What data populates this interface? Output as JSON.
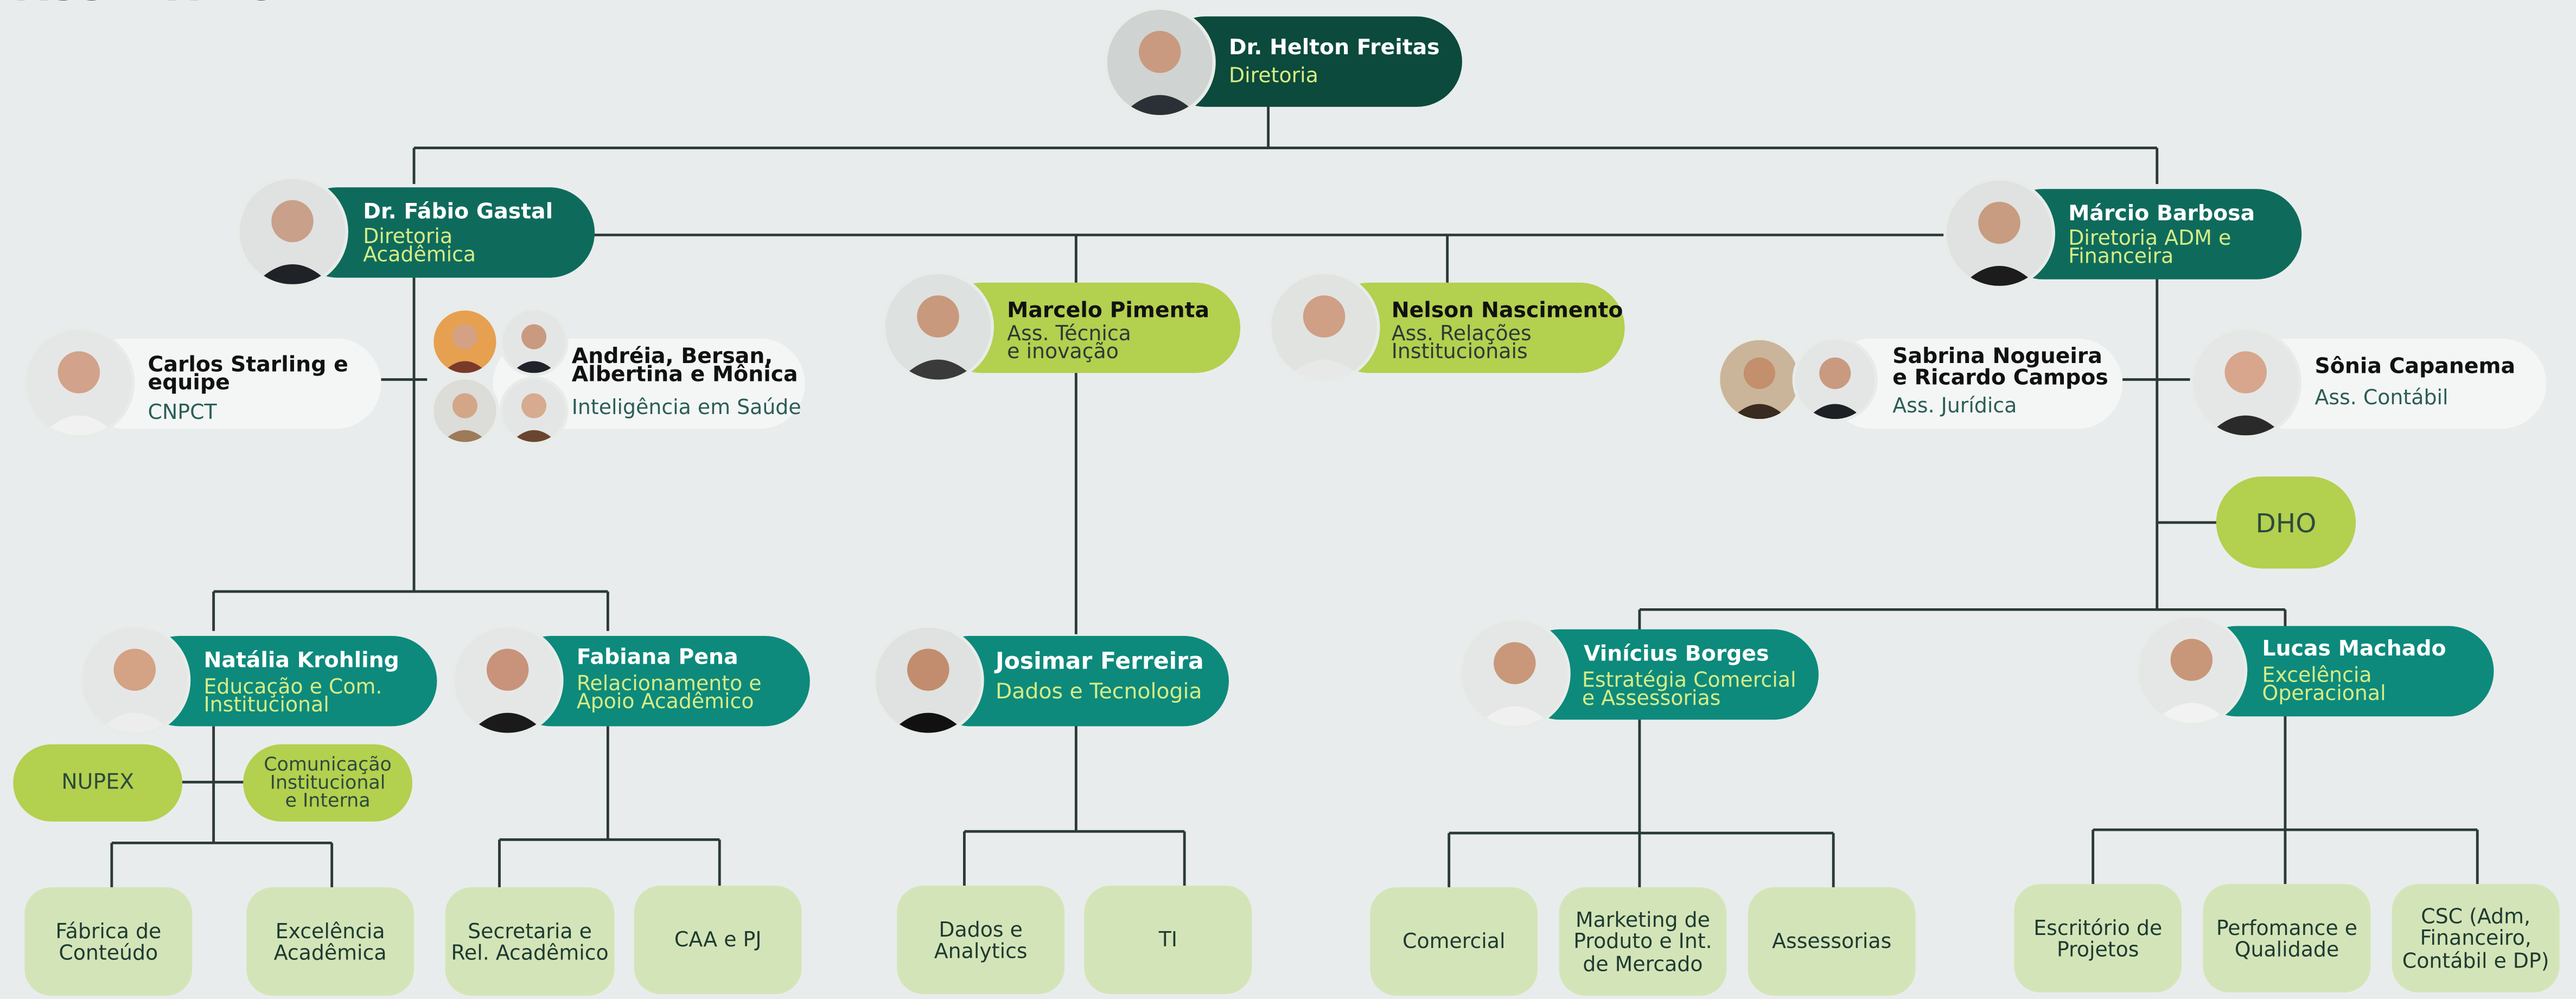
{
  "header_title": "PASSEBAE CHINIED",
  "people": {
    "helton": {
      "name": "Dr. Helton Freitas",
      "role": "Diretoria"
    },
    "fabio": {
      "name": "Dr. Fábio Gastal",
      "role": "Diretoria\nAcadêmica"
    },
    "marcio": {
      "name": "Márcio Barbosa",
      "role": "Diretoria ADM e\nFinanceira"
    },
    "marcelo": {
      "name": "Marcelo Pimenta",
      "role": "Ass. Técnica\ne inovação"
    },
    "nelson": {
      "name": "Nelson Nascimento",
      "role": "Ass. Relações\nInstitucionais"
    },
    "carlos": {
      "name": "Carlos Starling e\nequipe",
      "role": "CNPCT"
    },
    "andreia": {
      "name": "Andréia, Bersan,\nAlbertina e Mônica",
      "role": "Inteligência em Saúde"
    },
    "sabrina": {
      "name": "Sabrina Nogueira\ne Ricardo Campos",
      "role": "Ass. Jurídica"
    },
    "sonia": {
      "name": "Sônia Capanema",
      "role": "Ass. Contábil"
    },
    "natalia": {
      "name": "Natália Krohling",
      "role": "Educação e Com.\nInstitucional"
    },
    "fabiana": {
      "name": "Fabiana Pena",
      "role": "Relacionamento e\nApoio Acadêmico"
    },
    "josimar": {
      "name": "Josimar Ferreira",
      "role": "Dados e Tecnologia"
    },
    "vinicius": {
      "name": "Vinícius Borges",
      "role": "Estratégia Comercial\ne Assessorias"
    },
    "lucas": {
      "name": "Lucas Machado",
      "role": "Excelência\nOperacional"
    }
  },
  "units": {
    "dho": "DHO",
    "nupex": "NUPEX",
    "comunicacao": "Comunicação\nInstitucional\ne Interna"
  },
  "leaves": {
    "fabrica": "Fábrica de\nConteúdo",
    "excelencia_academica": "Excelência\nAcadêmica",
    "secretaria": "Secretaria e\nRel. Acadêmico",
    "caa": "CAA e PJ",
    "dados": "Dados e\nAnalytics",
    "ti": "TI",
    "comercial": "Comercial",
    "marketing": "Marketing de\nProduto e Int.\nde Mercado",
    "assessorias": "Assessorias",
    "escritorio": "Escritório de\nProjetos",
    "perfomance": "Perfomance e\nQualidade",
    "csc": "CSC (Adm,\nFinanceiro,\nContábil e DP)"
  },
  "colors": {
    "background": "#e9ecec",
    "connector": "#2b3a36",
    "pill_dark": "#0b4a3c",
    "pill_teal": "#0d8a7c",
    "pill_lime": "#b3d04f",
    "pill_white": "#f4f6f5",
    "leaf": "#d3e5b8",
    "name_white": "#ffffff",
    "role_yellow": "#d7ec86"
  }
}
